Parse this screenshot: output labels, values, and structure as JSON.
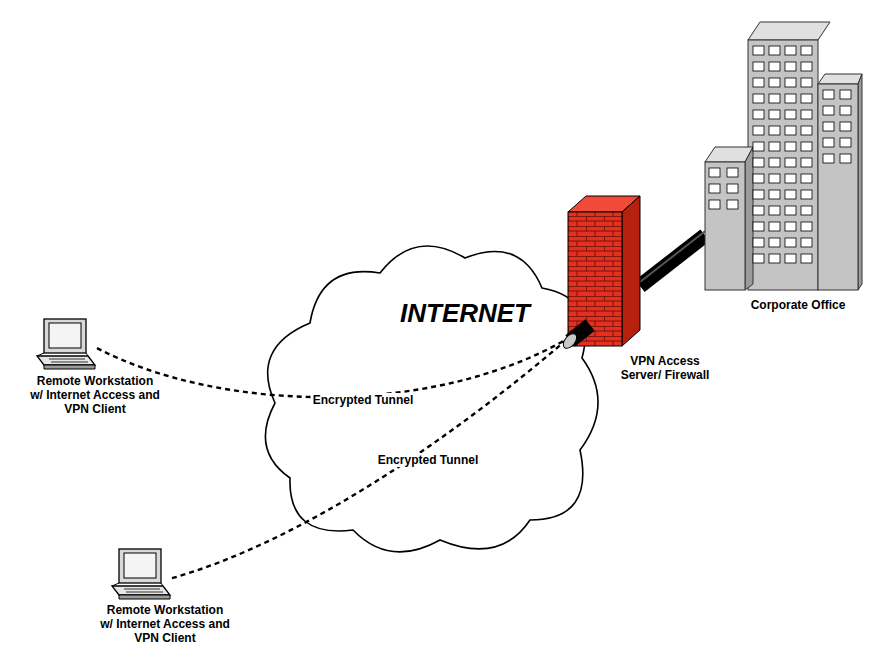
{
  "diagram": {
    "nodes": [
      {
        "text": [
          "Remote Workstation w/ Internet Access and VPN Client"
        ]
      },
      {
        "text": [
          "Remote Workstation w/ Internet Access and VPN Client"
        ]
      },
      {
        "text": [
          "INTERNET"
        ]
      },
      {
        "text": [
          "VPN Access Server/ Firewall"
        ]
      },
      {
        "text": [
          "Corporate Office"
        ]
      }
    ],
    "edges": [
      {
        "from": 0,
        "to": 3,
        "label": "Encrypted Tunnel",
        "arrow": "none"
      },
      {
        "from": 1,
        "to": 3,
        "label": "Encrypted Tunnel",
        "arrow": "none"
      },
      {
        "from": 3,
        "to": 4,
        "arrow": "none"
      }
    ]
  }
}
